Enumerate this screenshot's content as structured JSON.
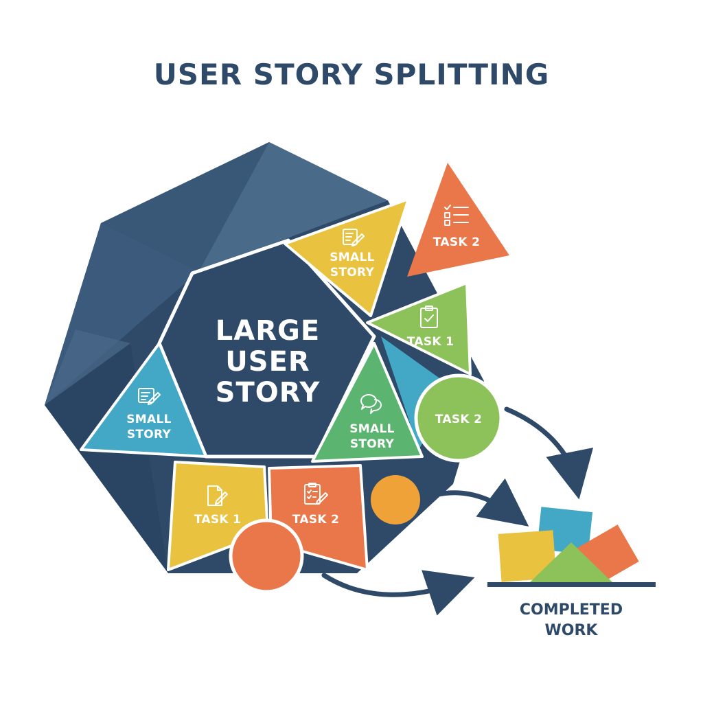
{
  "title": "USER STORY SPLITTING",
  "center": {
    "line1": "LARGE",
    "line2": "USER",
    "line3": "STORY"
  },
  "pieces": {
    "small_story_top": {
      "line1": "SMALL",
      "line2": "STORY",
      "icon": "document-edit-icon"
    },
    "small_story_left": {
      "line1": "SMALL",
      "line2": "STORY",
      "icon": "document-edit-icon"
    },
    "small_story_right": {
      "line1": "SMALL",
      "line2": "STORY",
      "icon": "chat-bubbles-icon"
    },
    "task_2_far_triangle": {
      "label": "TASK 2",
      "icon": "checklist-icon"
    },
    "task_1_right_triangle": {
      "label": "TASK 1",
      "icon": "clipboard-check-icon"
    },
    "task_2_circle": {
      "label": "TASK 2"
    },
    "task_1_bottom": {
      "label": "TASK 1",
      "icon": "document-edit-icon"
    },
    "task_2_bottom": {
      "label": "TASK 2",
      "icon": "checklist-edit-icon"
    }
  },
  "completed": {
    "line1": "COMPLETED",
    "line2": "WORK"
  },
  "colors": {
    "navy": "#2e4a68",
    "navy_light": "#4a6a8a",
    "yellow": "#e9c23f",
    "orange": "#e9774a",
    "green": "#8dc15a",
    "green_dark": "#5bb46f",
    "teal": "#43a7c6",
    "amber": "#eea238",
    "text_dark": "#2e4a68",
    "text_light": "#ffffff"
  }
}
